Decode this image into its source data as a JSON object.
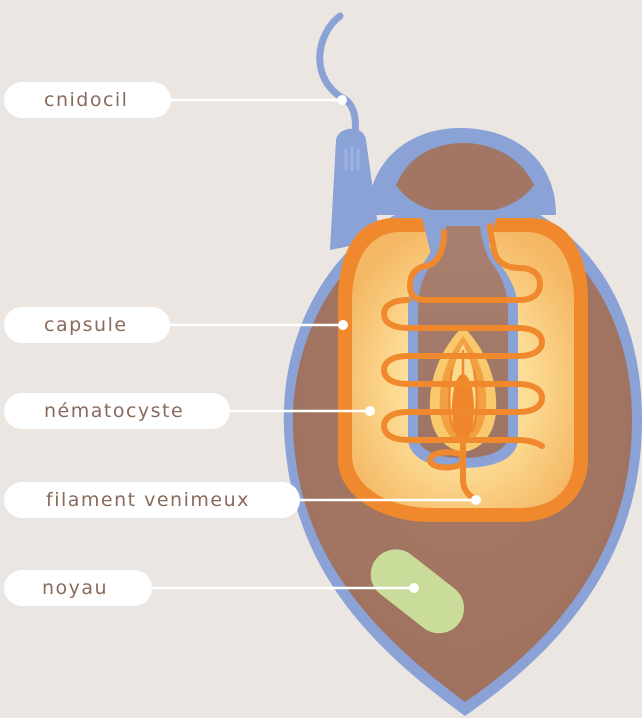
{
  "labels": {
    "cnidocil": "cnidocil",
    "capsule": "capsule",
    "nematocyste": "nématocyste",
    "filament": "filament venimeux",
    "noyau": "noyau"
  },
  "colors": {
    "background": "#ebe6e2",
    "cell_body": "#a57866",
    "cell_membrane": "#8aa2d6",
    "capsule_outline": "#f0892e",
    "capsule_fill": "#fbe3a3",
    "nucleus": "#c9dc9a",
    "label_text": "#8a6a5c",
    "label_bg": "#ffffff"
  }
}
